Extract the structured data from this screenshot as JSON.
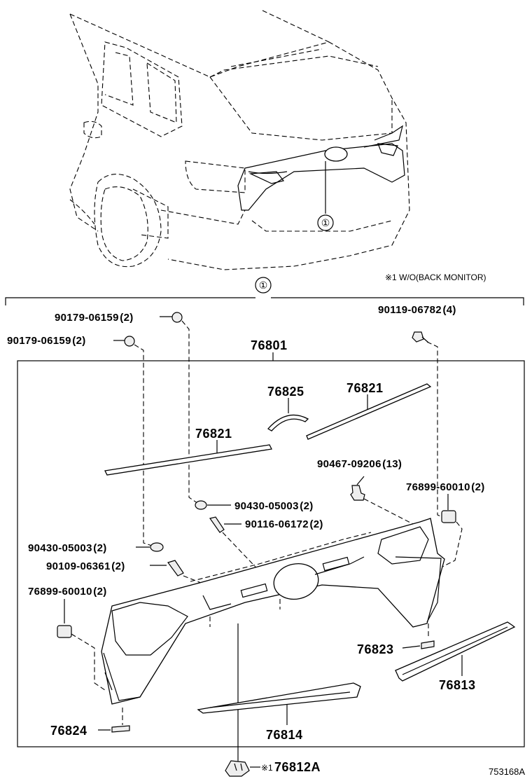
{
  "note": "※1 W/O(BACK MONITOR)",
  "ref_marker": "①",
  "drawing_id": "753168A",
  "parts": {
    "p_90179_a": "90179-06159 (2)",
    "p_90179_b": "90179-06159 (2)",
    "p_90119": "90119-06782 (4)",
    "p_76801": "76801",
    "p_76825": "76825",
    "p_76821_a": "76821",
    "p_76821_b": "76821",
    "p_90467": "90467-09206 (13)",
    "p_76899_a": "76899-60010 (2)",
    "p_90430_a": "90430-05003 (2)",
    "p_90116": "90116-06172 (2)",
    "p_90430_b": "90430-05003 (2)",
    "p_90109": "90109-06361 (2)",
    "p_76899_b": "76899-60010 (2)",
    "p_76823": "76823",
    "p_76813": "76813",
    "p_76824": "76824",
    "p_76814": "76814",
    "p_76812A_prefix": "※1",
    "p_76812A": "76812A"
  }
}
